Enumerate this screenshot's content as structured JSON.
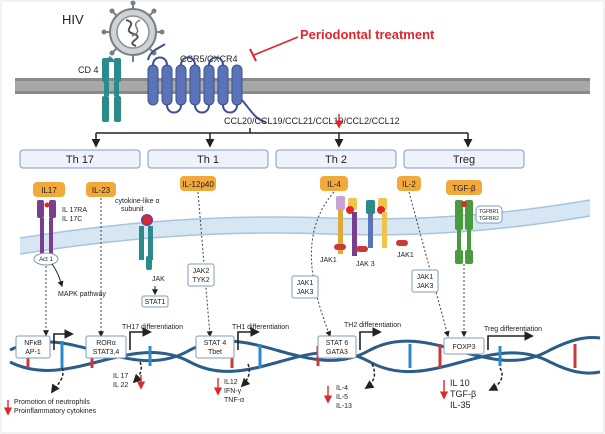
{
  "top": {
    "virus_label": "HIV",
    "treatment": "Periodontal treatment",
    "coreceptor": "CCR5/CXCR4",
    "receptor": "CD 4",
    "chemokines": "CCL20/CCL19/CCL21/CCL10/CCL2/CCL12"
  },
  "subsets": [
    {
      "label": "Th 17"
    },
    {
      "label": "Th 1"
    },
    {
      "label": "Th 2"
    },
    {
      "label": "Treg"
    }
  ],
  "cytokines": {
    "il17": "IL17",
    "il23": "IL-23",
    "il12p40": "IL-12p40",
    "il4": "IL-4",
    "il2": "IL-2",
    "tgfb": "TGF-β"
  },
  "receptors": {
    "il17ra": "IL 17RA",
    "il17c": "IL 17C",
    "act1": "Act 1",
    "cytokine_like_1": "cytokine-like α",
    "cytokine_like_2": "subunit",
    "tgfbr1": "TGFBR1",
    "tgfbr2": "TGFBR2",
    "jak": "JAK",
    "stat1": "STAT1",
    "jak1_a": "JAK1",
    "jak3": "JAK 3",
    "jak1_b": "JAK1"
  },
  "signaling": {
    "mapk": "MAPK pathway",
    "jak2_1": "JAK2",
    "jak2_2": "TYK2",
    "jak13_a1": "JAK1",
    "jak13_a2": "JAK3",
    "jak13_b1": "JAK1",
    "jak13_b2": "JAK3"
  },
  "transcription": {
    "nfkb_1": "NFκB",
    "nfkb_2": "AP-1",
    "ror_1": "RORα",
    "ror_2": "STAT3,4",
    "stat4_1": "STAT 4",
    "stat4_2": "Tbet",
    "stat6_1": "STAT 6",
    "stat6_2": "GATA3",
    "foxp3": "FOXP3"
  },
  "differentiation": {
    "th17": "TH17 differentiation",
    "th1": "TH1  differentiation",
    "th2": "TH2  differentiation",
    "treg": "Treg  differentiation"
  },
  "outputs": {
    "nf_1": "Promotion of neutrophils",
    "nf_2": "Proinflammatory cytokines",
    "th17_1": "IL 17",
    "th17_2": "IL 22",
    "th1_1": "IL12",
    "th1_2": "IFN-γ",
    "th1_3": "TNF-α",
    "th2_1": "IL-4",
    "th2_2": "IL-5",
    "th2_3": "IL-13",
    "treg_1": "IL 10",
    "treg_2": "TGF-β",
    "treg_3": "IL-35"
  },
  "colors": {
    "membrane": "#9a9a9a",
    "receptor_blue": "#5b73b8",
    "teal": "#2b8a8a",
    "cytokine_box": "#f2a93b",
    "red": "#e0262b",
    "dna_blue": "#2c5d8a",
    "dna_red": "#c83a3a",
    "subset_border": "#7f9bc4"
  }
}
